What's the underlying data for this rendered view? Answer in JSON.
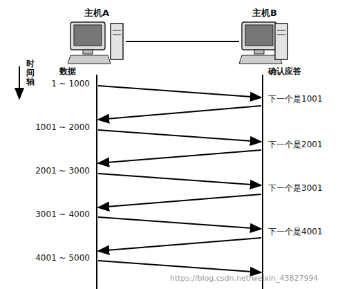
{
  "diagram": {
    "nodes": [
      {
        "text": [
          "主机A"
        ]
      },
      {
        "text": [
          "主机B"
        ]
      }
    ],
    "edges": [
      {
        "from": 0,
        "to": 1,
        "arrow": "none"
      }
    ],
    "labels": [
      "时间轴",
      "数据",
      "确认应答",
      "1 ~ 1000",
      "1001 ~ 2000",
      "2001 ~ 3000",
      "3001 ~ 4000",
      "4001 ~ 5000",
      "下一个是1001",
      "下一个是2001",
      "下一个是3001",
      "下一个是4001",
      "https://blog.csdn.net/weixin_43827994"
    ]
  }
}
